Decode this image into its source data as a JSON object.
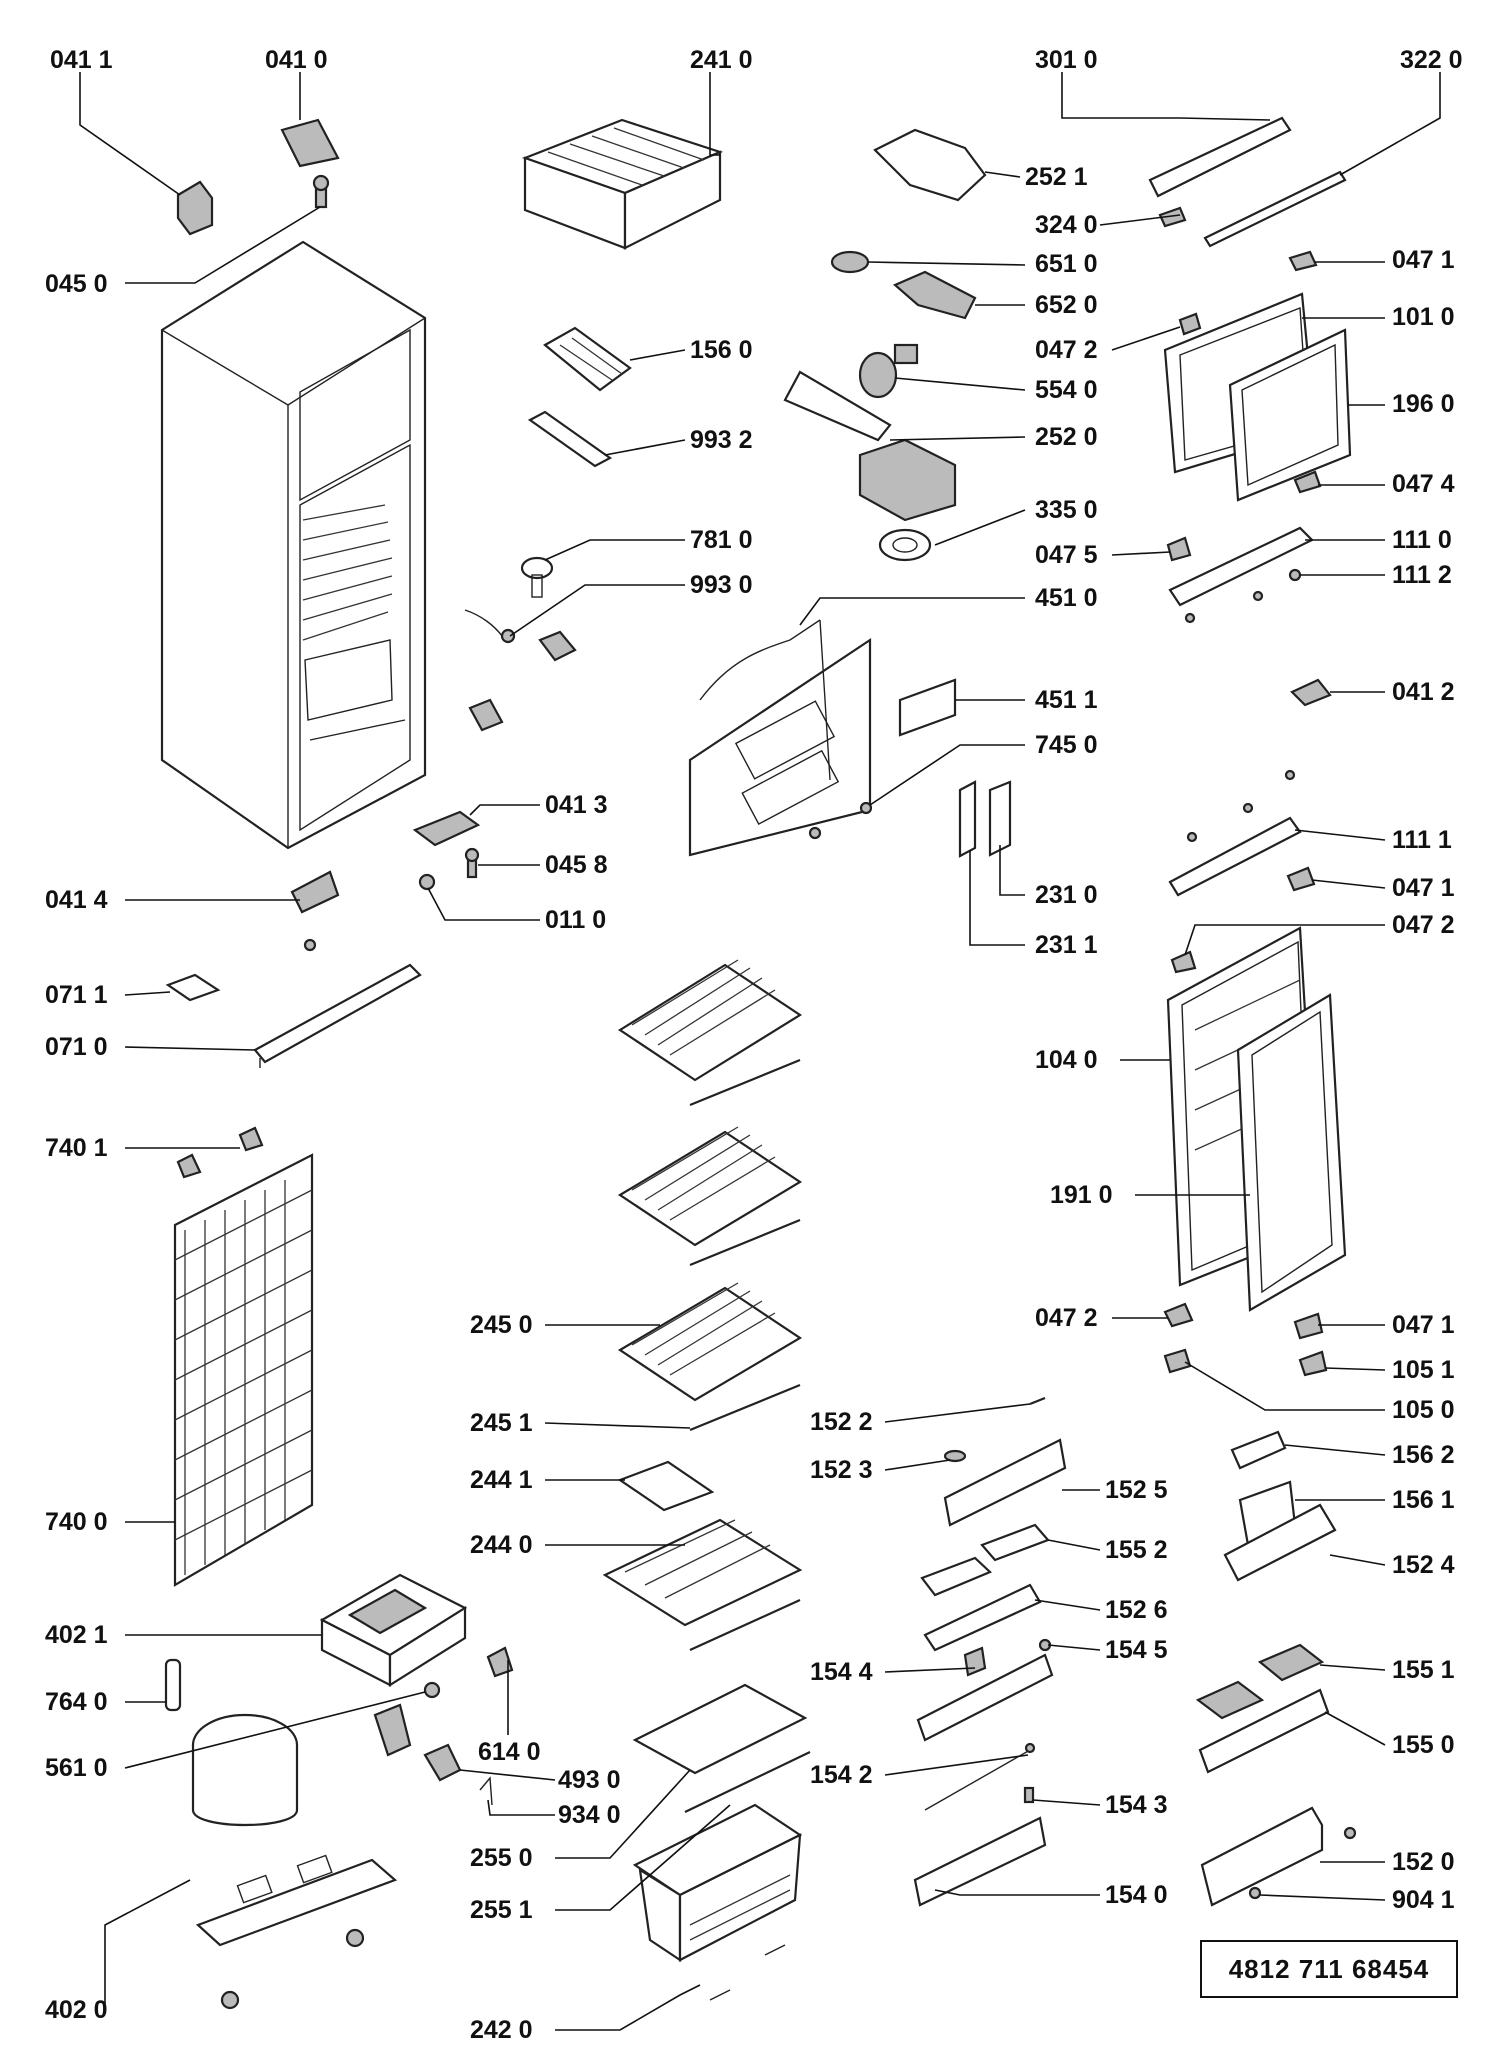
{
  "document_number": "4812 711 68454",
  "labels": [
    {
      "id": "l0411",
      "text": "041 1"
    },
    {
      "id": "l0410",
      "text": "041 0"
    },
    {
      "id": "l2410",
      "text": "241 0"
    },
    {
      "id": "l3010",
      "text": "301 0"
    },
    {
      "id": "l3220",
      "text": "322 0"
    },
    {
      "id": "l2521",
      "text": "252 1"
    },
    {
      "id": "l3240",
      "text": "324 0"
    },
    {
      "id": "l0450",
      "text": "045 0"
    },
    {
      "id": "l6510",
      "text": "651 0"
    },
    {
      "id": "l0471a",
      "text": "047 1"
    },
    {
      "id": "l6520",
      "text": "652 0"
    },
    {
      "id": "l0472a",
      "text": "047 2"
    },
    {
      "id": "l1010",
      "text": "101 0"
    },
    {
      "id": "l1560",
      "text": "156 0"
    },
    {
      "id": "l5540",
      "text": "554 0"
    },
    {
      "id": "l1960",
      "text": "196 0"
    },
    {
      "id": "l9932",
      "text": "993 2"
    },
    {
      "id": "l2520",
      "text": "252 0"
    },
    {
      "id": "l0474",
      "text": "047 4"
    },
    {
      "id": "l3350",
      "text": "335 0"
    },
    {
      "id": "l7810",
      "text": "781 0"
    },
    {
      "id": "l0475",
      "text": "047 5"
    },
    {
      "id": "l1110",
      "text": "111 0"
    },
    {
      "id": "l9930",
      "text": "993 0"
    },
    {
      "id": "l1112",
      "text": "111 2"
    },
    {
      "id": "l4510",
      "text": "451 0"
    },
    {
      "id": "l4511",
      "text": "451 1"
    },
    {
      "id": "l0412",
      "text": "041 2"
    },
    {
      "id": "l7450",
      "text": "745 0"
    },
    {
      "id": "l0413",
      "text": "041 3"
    },
    {
      "id": "l1111",
      "text": "111 1"
    },
    {
      "id": "l0458",
      "text": "045 8"
    },
    {
      "id": "l2310",
      "text": "231 0"
    },
    {
      "id": "l0471b",
      "text": "047 1"
    },
    {
      "id": "l0414",
      "text": "041 4"
    },
    {
      "id": "l0110",
      "text": "011 0"
    },
    {
      "id": "l0472b",
      "text": "047 2"
    },
    {
      "id": "l2311",
      "text": "231 1"
    },
    {
      "id": "l0711",
      "text": "071 1"
    },
    {
      "id": "l0710",
      "text": "071 0"
    },
    {
      "id": "l1040",
      "text": "104 0"
    },
    {
      "id": "l7401",
      "text": "740 1"
    },
    {
      "id": "l1910",
      "text": "191 0"
    },
    {
      "id": "l2450",
      "text": "245 0"
    },
    {
      "id": "l0472c",
      "text": "047 2"
    },
    {
      "id": "l0471c",
      "text": "047 1"
    },
    {
      "id": "l1051",
      "text": "105 1"
    },
    {
      "id": "l1050",
      "text": "105 0"
    },
    {
      "id": "l2451",
      "text": "245 1"
    },
    {
      "id": "l1522",
      "text": "152 2"
    },
    {
      "id": "l1562",
      "text": "156 2"
    },
    {
      "id": "l2441",
      "text": "244 1"
    },
    {
      "id": "l1523",
      "text": "152 3"
    },
    {
      "id": "l1525",
      "text": "152 5"
    },
    {
      "id": "l1561",
      "text": "156 1"
    },
    {
      "id": "l7400",
      "text": "740 0"
    },
    {
      "id": "l2440",
      "text": "244 0"
    },
    {
      "id": "l1552",
      "text": "155 2"
    },
    {
      "id": "l1524",
      "text": "152 4"
    },
    {
      "id": "l4021",
      "text": "402 1"
    },
    {
      "id": "l1526",
      "text": "152 6"
    },
    {
      "id": "l1545",
      "text": "154 5"
    },
    {
      "id": "l7640",
      "text": "764 0"
    },
    {
      "id": "l1544",
      "text": "154 4"
    },
    {
      "id": "l1551",
      "text": "155 1"
    },
    {
      "id": "l6140",
      "text": "614 0"
    },
    {
      "id": "l5610",
      "text": "561 0"
    },
    {
      "id": "l4930",
      "text": "493 0"
    },
    {
      "id": "l1550",
      "text": "155 0"
    },
    {
      "id": "l1542",
      "text": "154 2"
    },
    {
      "id": "l9340",
      "text": "934 0"
    },
    {
      "id": "l1543",
      "text": "154 3"
    },
    {
      "id": "l2550",
      "text": "255 0"
    },
    {
      "id": "l1520",
      "text": "152 0"
    },
    {
      "id": "l2551",
      "text": "255 1"
    },
    {
      "id": "l1540",
      "text": "154 0"
    },
    {
      "id": "l9041",
      "text": "904 1"
    },
    {
      "id": "l4020",
      "text": "402 0"
    },
    {
      "id": "l2420",
      "text": "242 0"
    }
  ]
}
